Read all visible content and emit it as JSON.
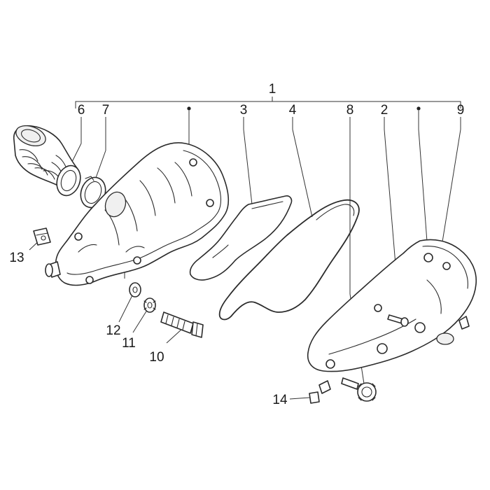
{
  "callouts": [
    {
      "id": "c1",
      "label": "1"
    },
    {
      "id": "c2",
      "label": "2"
    },
    {
      "id": "c3",
      "label": "3"
    },
    {
      "id": "c4",
      "label": "4"
    },
    {
      "id": "c6",
      "label": "6"
    },
    {
      "id": "c7",
      "label": "7"
    },
    {
      "id": "c8",
      "label": "8"
    },
    {
      "id": "c9",
      "label": "9"
    },
    {
      "id": "c10",
      "label": "10"
    },
    {
      "id": "c11",
      "label": "11"
    },
    {
      "id": "c12",
      "label": "12"
    },
    {
      "id": "c13",
      "label": "13"
    },
    {
      "id": "c14",
      "label": "14"
    }
  ],
  "stroke_color": "#2b2b2b",
  "background_color": "#ffffff"
}
